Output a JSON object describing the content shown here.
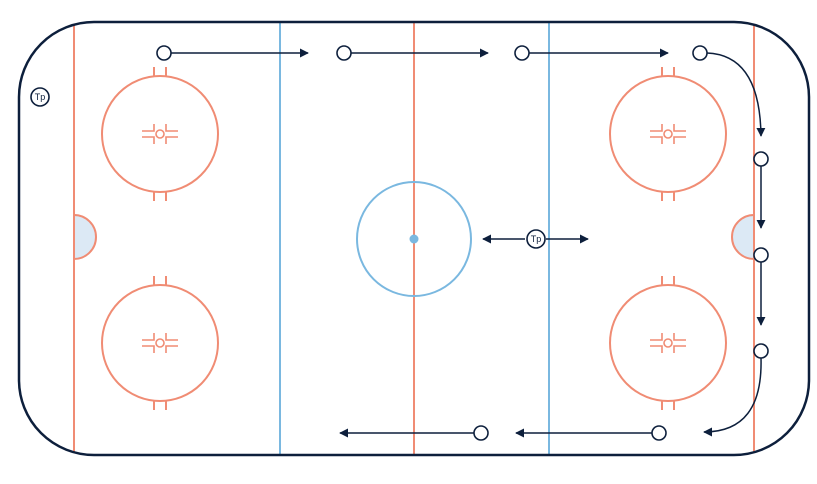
{
  "diagram": {
    "type": "hockey-rink-drill",
    "colors": {
      "boards": "#0d1f3c",
      "red_lines": "#f08c74",
      "blue_lines": "#7ab8e0",
      "crease_fill": "#dce9f5",
      "center_dot": "#7ab8e0",
      "paths": "#0d1f3c",
      "player_fill": "#ffffff"
    },
    "icons": {
      "player": "player-circle-icon",
      "arrow": "arrow-head-icon",
      "faceoff_dot": "faceoff-dot-icon"
    },
    "markers": [
      {
        "label": "Tp"
      },
      {
        "label": "Tp"
      }
    ]
  }
}
